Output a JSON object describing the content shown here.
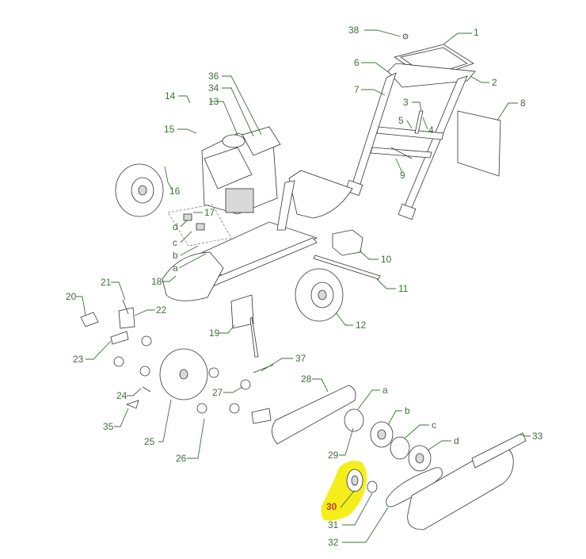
{
  "highlight_color": "#f5ee1a",
  "label_color": "#3f6f3a",
  "highlight_label_color": "#c0392b",
  "labels": {
    "p1": "1",
    "p2": "2",
    "p3": "3",
    "p4": "4",
    "p5": "5",
    "p6": "6",
    "p7": "7",
    "p8": "8",
    "p9": "9",
    "p10": "10",
    "p11": "11",
    "p12": "12",
    "p13": "13",
    "p14": "14",
    "p15": "15",
    "p16": "16",
    "p17": "17",
    "p18": "18",
    "p19": "19",
    "p20": "20",
    "p21": "21",
    "p22": "22",
    "p23": "23",
    "p24": "24",
    "p25": "25",
    "p26": "26",
    "p27": "27",
    "p28": "28",
    "p29": "29",
    "p30": "30",
    "p31": "31",
    "p32": "32",
    "p33": "33",
    "p34": "34",
    "p35": "35",
    "p36": "36",
    "p37": "37",
    "p38": "38",
    "a1": "a",
    "b1": "b",
    "c1": "c",
    "d1": "d",
    "a2": "a",
    "b2": "b",
    "c2": "c",
    "d2": "d"
  }
}
